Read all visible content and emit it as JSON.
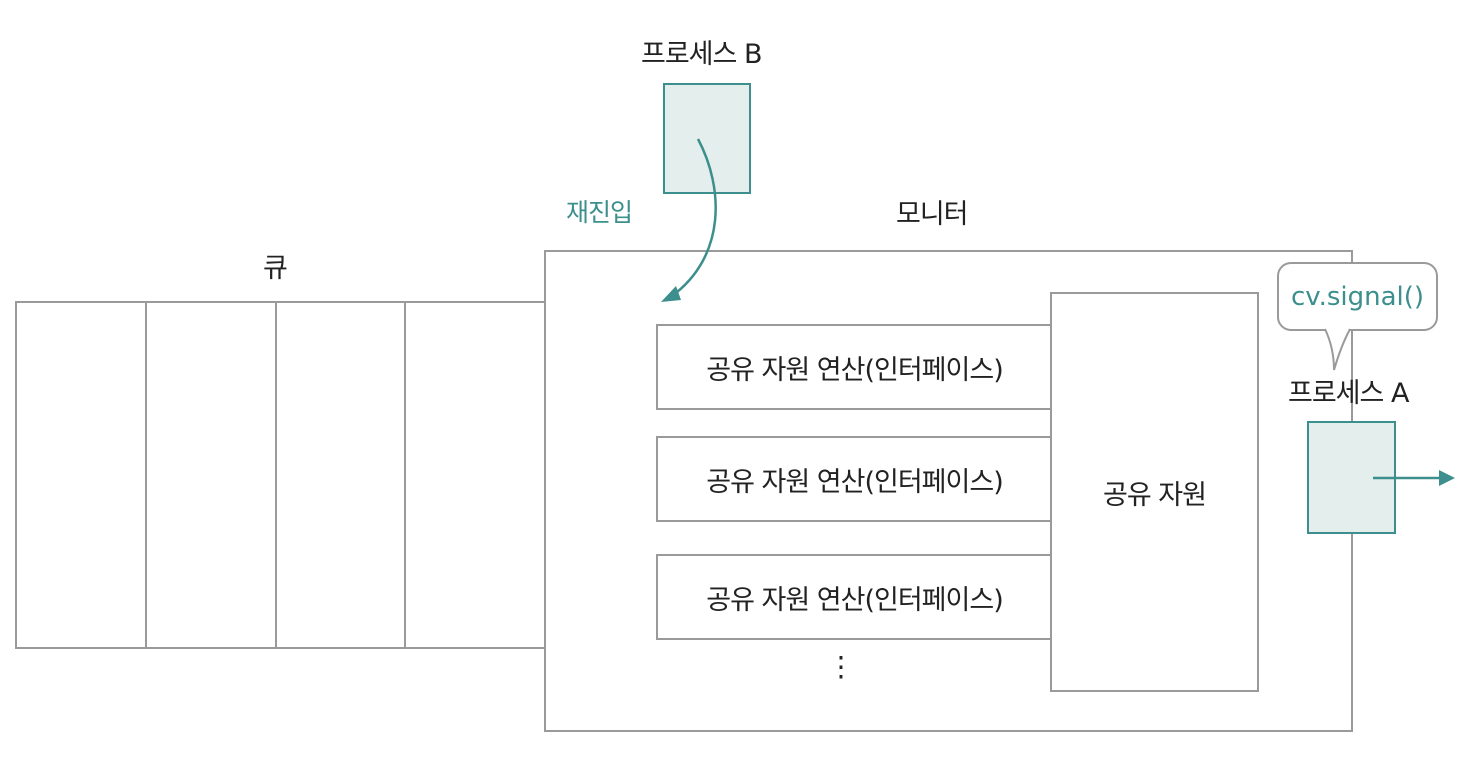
{
  "colors": {
    "accent": "#3c8f8c",
    "process_fill": "#e4eeed",
    "outline": "#9a9a9a"
  },
  "process_b": {
    "label": "프로세스 B"
  },
  "reentry": {
    "label": "재진입"
  },
  "monitor": {
    "label": "모니터",
    "operations": [
      {
        "label": "공유 자원 연산(인터페이스)"
      },
      {
        "label": "공유 자원 연산(인터페이스)"
      },
      {
        "label": "공유 자원 연산(인터페이스)"
      }
    ],
    "ellipsis": "⋮",
    "shared_resource": "공유 자원"
  },
  "queue": {
    "label": "큐",
    "slot_count": 4
  },
  "process_a": {
    "label": "프로세스 A",
    "signal": "cv.signal()"
  }
}
